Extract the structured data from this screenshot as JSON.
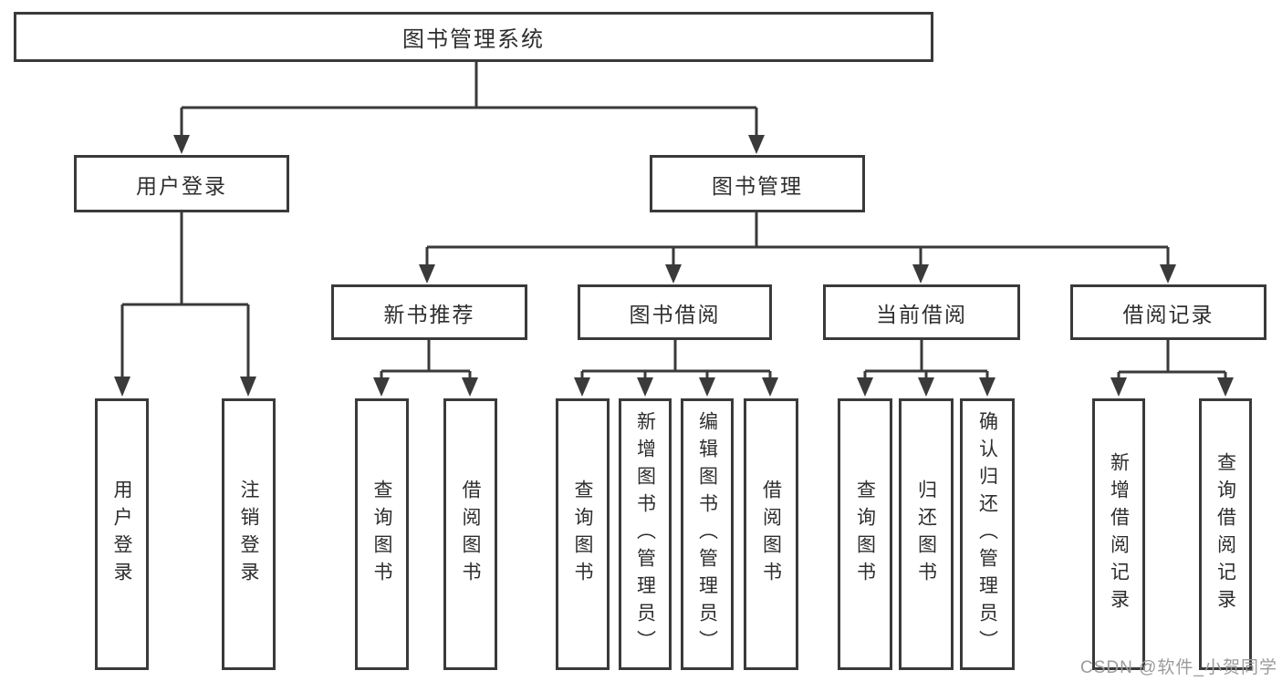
{
  "colors": {
    "line": "#3a3a3a",
    "box_border": "#3a3a3a",
    "box_fill": "#ffffff",
    "text": "#2e2e2e",
    "watermark_text": "#9b9b9b",
    "background": "#ffffff"
  },
  "watermark": {
    "text": "CSDN @软件_小贺同学"
  },
  "tree": {
    "root": {
      "label": "图书管理系统",
      "children": [
        {
          "label": "用户登录",
          "children": [
            {
              "label": "用户登录"
            },
            {
              "label": "注销登录"
            }
          ]
        },
        {
          "label": "图书管理",
          "children": [
            {
              "label": "新书推荐",
              "children": [
                {
                  "label": "查询图书"
                },
                {
                  "label": "借阅图书"
                }
              ]
            },
            {
              "label": "图书借阅",
              "children": [
                {
                  "label": "查询图书"
                },
                {
                  "label": "新增图书（管理员）"
                },
                {
                  "label": "编辑图书（管理员）"
                },
                {
                  "label": "借阅图书"
                }
              ]
            },
            {
              "label": "当前借阅",
              "children": [
                {
                  "label": "查询图书"
                },
                {
                  "label": "归还图书"
                },
                {
                  "label": "确认归还（管理员）"
                }
              ]
            },
            {
              "label": "借阅记录",
              "children": [
                {
                  "label": "新增借阅记录"
                },
                {
                  "label": "查询借阅记录"
                }
              ]
            }
          ]
        }
      ]
    }
  }
}
